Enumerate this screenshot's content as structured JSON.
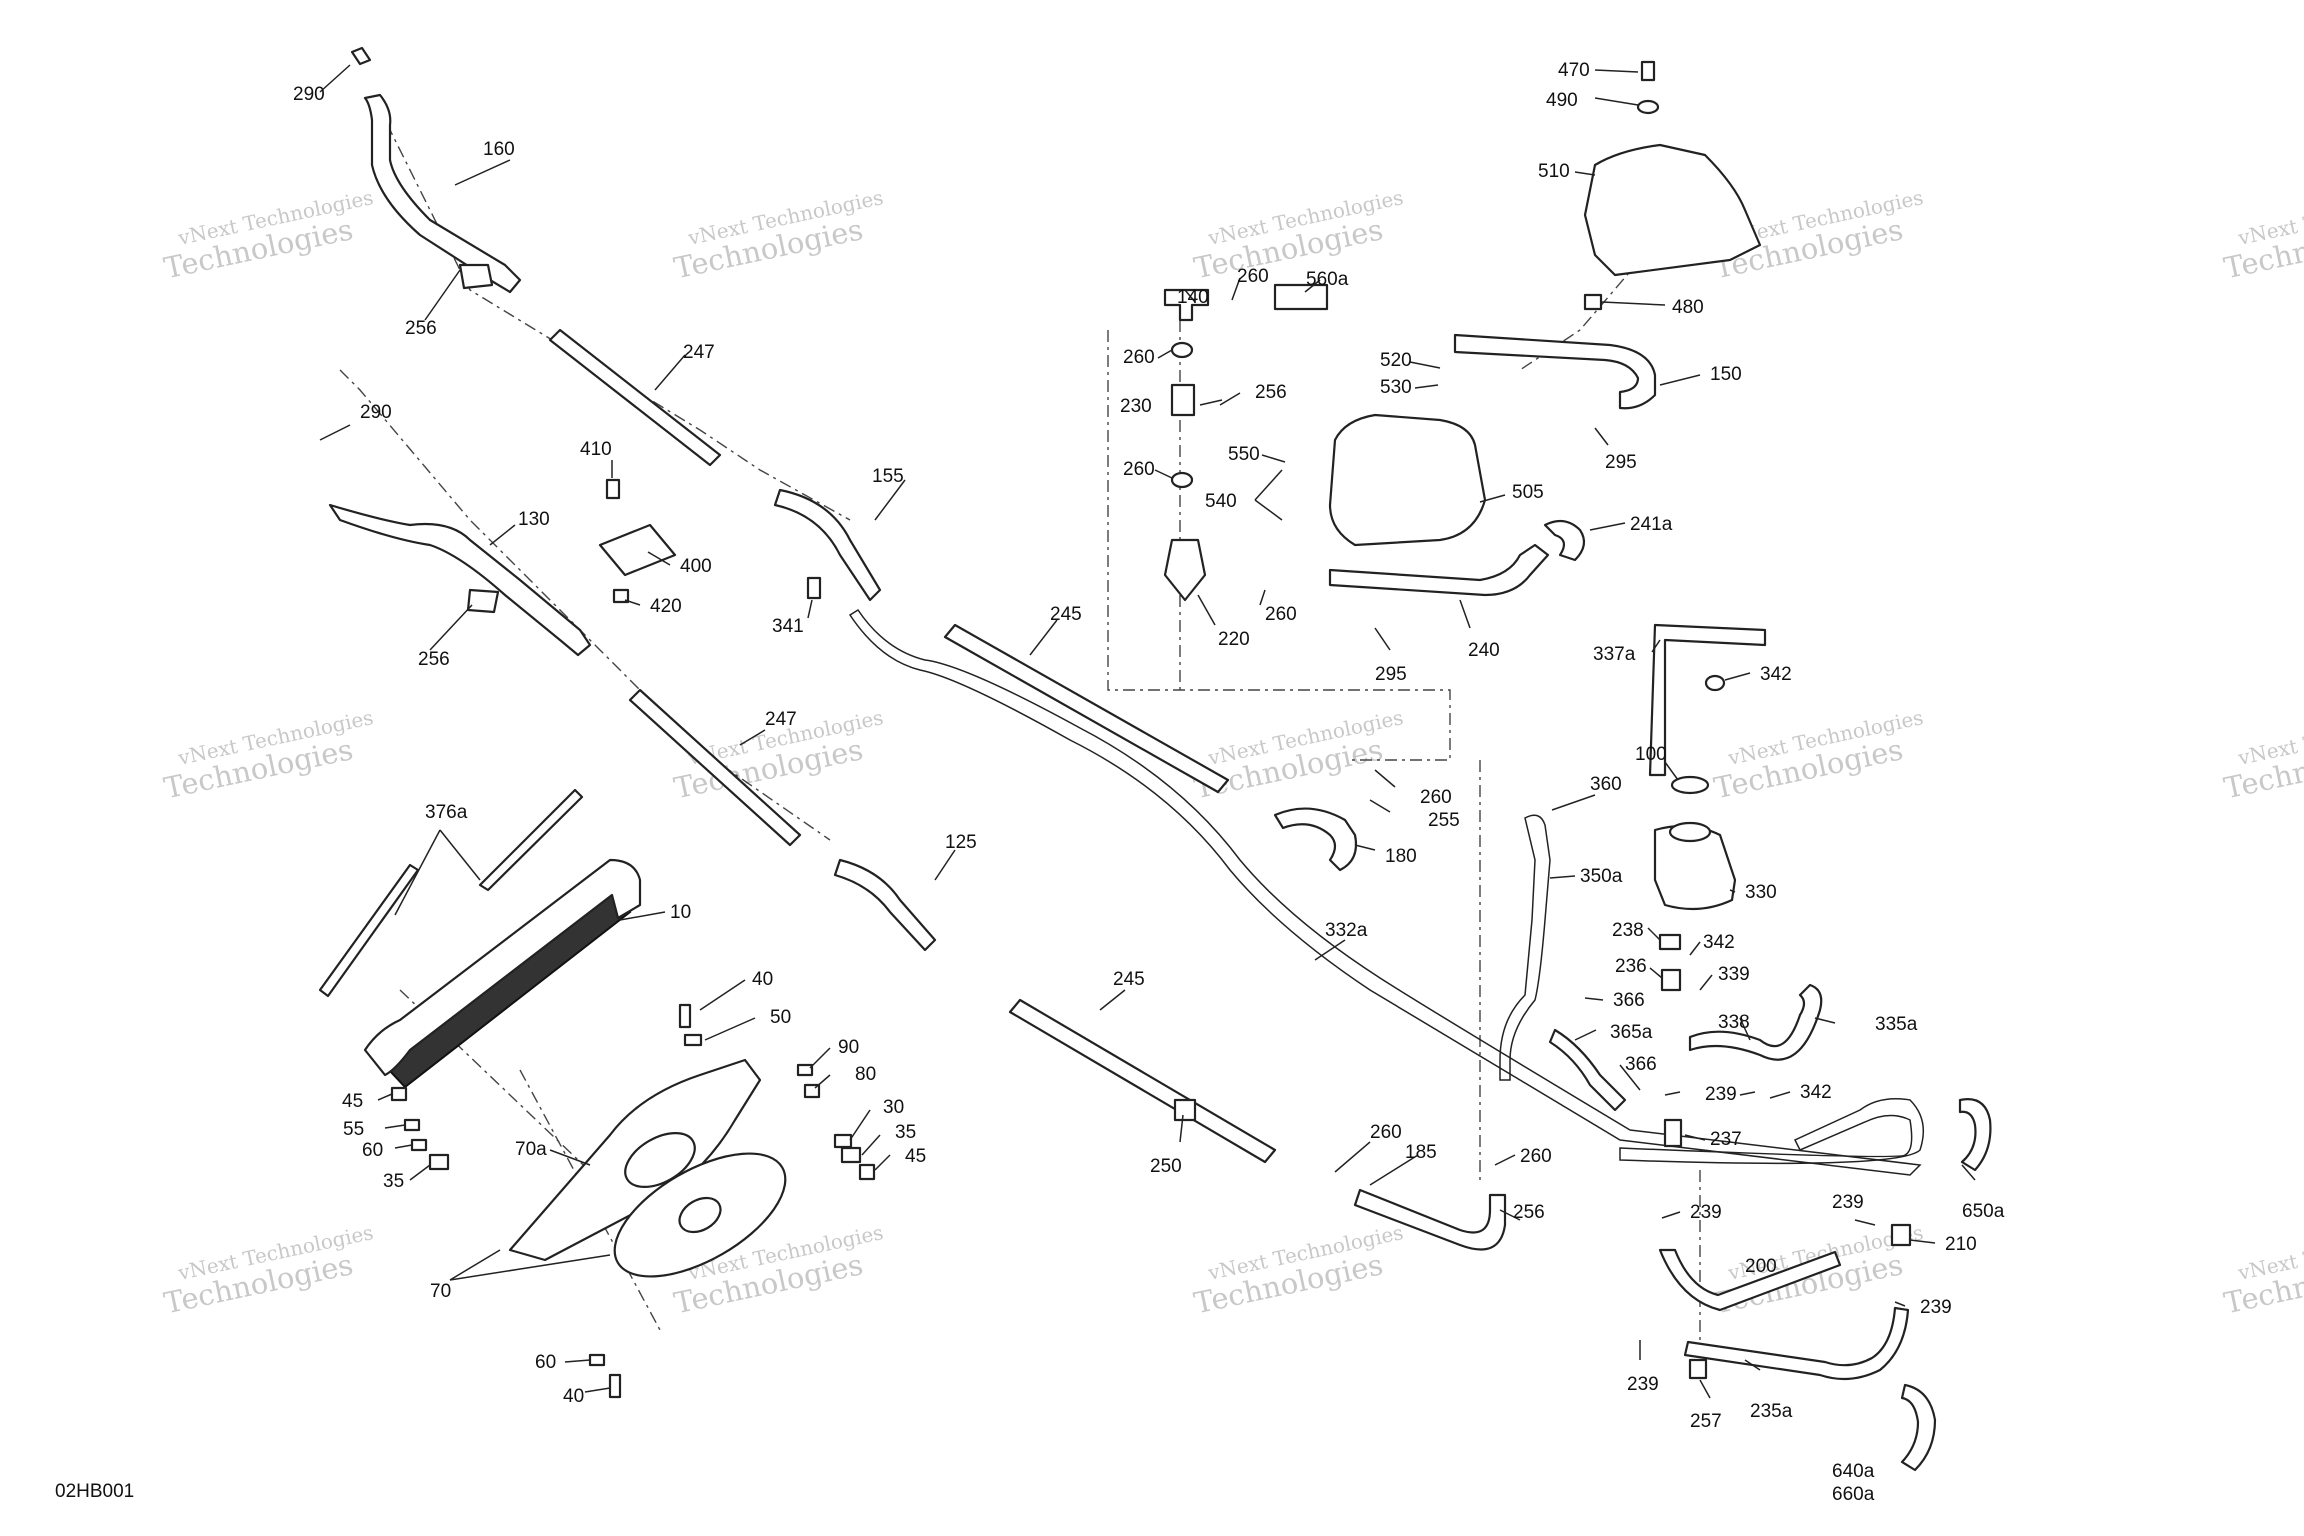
{
  "reference_code": "02HB001",
  "watermark": {
    "line1": "vNext Technologies",
    "line2": "Technologies"
  },
  "callouts": [
    "290",
    "160",
    "256",
    "247",
    "410",
    "400",
    "420",
    "290",
    "130",
    "256",
    "155",
    "341",
    "245",
    "247",
    "376a",
    "10",
    "125",
    "40",
    "50",
    "90",
    "80",
    "30",
    "35",
    "45",
    "45",
    "55",
    "60",
    "35",
    "70a",
    "70",
    "60",
    "40",
    "245",
    "250",
    "260",
    "185",
    "260",
    "256",
    "332a",
    "180",
    "255",
    "260",
    "140",
    "260",
    "560a",
    "260",
    "230",
    "256",
    "260",
    "550",
    "540",
    "220",
    "260",
    "470",
    "490",
    "510",
    "480",
    "520",
    "530",
    "150",
    "295",
    "505",
    "241a",
    "295",
    "240",
    "337a",
    "342",
    "100",
    "360",
    "350a",
    "330",
    "238",
    "342",
    "236",
    "339",
    "366",
    "338",
    "335a",
    "365a",
    "366",
    "239",
    "342",
    "237",
    "239",
    "650a",
    "239",
    "210",
    "200",
    "239",
    "239",
    "257",
    "235a",
    "640a",
    "660a"
  ]
}
